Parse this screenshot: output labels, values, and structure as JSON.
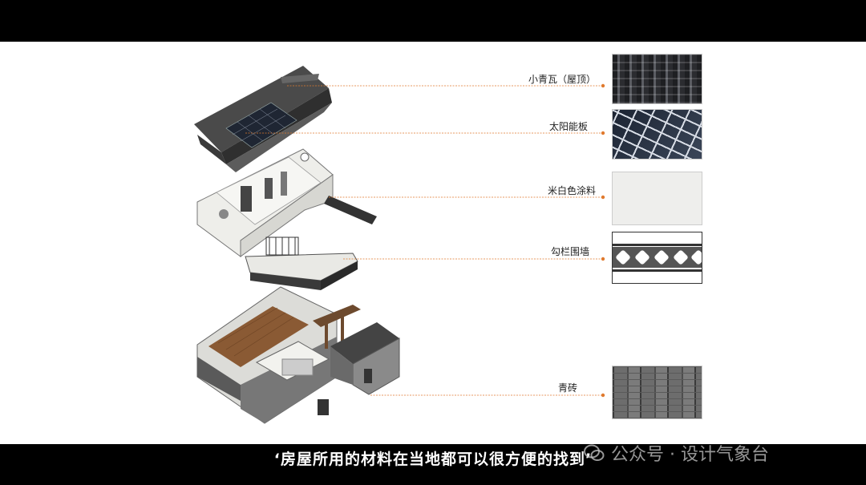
{
  "labels": {
    "roof_tile": "小青瓦（屋顶）",
    "solar_panel": "太阳能板",
    "paint": "米白色涂料",
    "railing_wall": "勾栏围墙",
    "blue_brick": "青砖"
  },
  "subtitle": "‘房屋所用的材料在当地都可以很方便的找到’",
  "watermark": "公众号 · 设计气象台",
  "colors": {
    "leader_line": "#e07a2e",
    "frame": "#000000",
    "slide_bg": "#ffffff"
  }
}
